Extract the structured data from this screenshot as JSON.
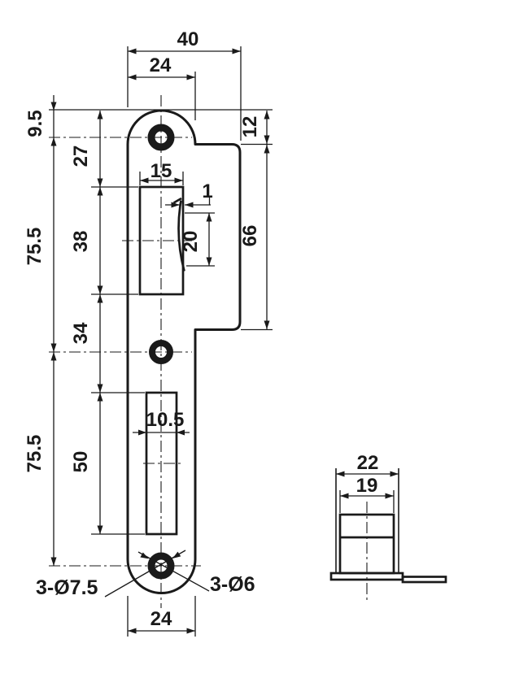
{
  "drawing": {
    "type": "technical-dimension-drawing",
    "subject": "strike plate with dust box, front and side views"
  },
  "front": {
    "overall_width": "40",
    "body_width": "24",
    "top_to_first_hole": "9.5",
    "top_to_latch_cutout": "27",
    "upper_hole_spacing": "75.5",
    "latch_cutout_height": "38",
    "latch_cutout_width": "15",
    "tab_offset": "1",
    "tab_height": "20",
    "lip_top_offset": "12",
    "lip_height": "66",
    "cutout_spacing": "34",
    "lower_hole_spacing": "75.5",
    "bolt_cutout_height": "50",
    "bolt_cutout_width": "10.5",
    "bottom_body_width": "24",
    "countersink_callout": "3-Ø7.5",
    "hole_callout": "3-Ø6"
  },
  "side": {
    "outer_width": "22",
    "inner_width": "19"
  },
  "colors": {
    "ink": "#1a1a1a",
    "paper": "#ffffff"
  }
}
